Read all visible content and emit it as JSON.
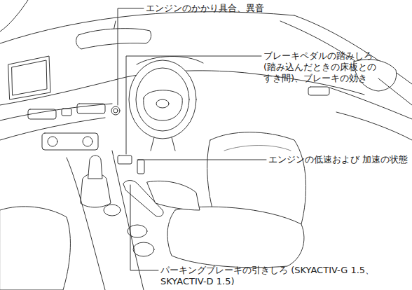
{
  "diagram": {
    "labels": [
      "エンジンのかかり具合、異音",
      "ブレーキペダルの踏みしろ (踏み込んだときの床板との すき間)、ブレーキの効き",
      "エンジンの低速および 加速の状態",
      "パーキングブレーキの引きしろ (SKYACTIV-G 1.5、SKYACTIV-D 1.5)"
    ]
  }
}
